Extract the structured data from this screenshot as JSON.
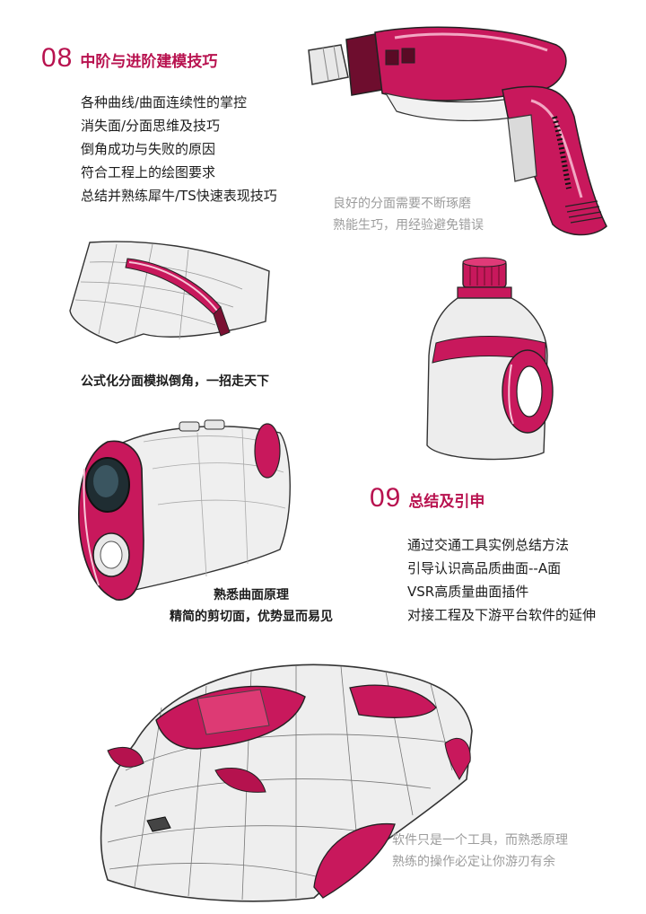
{
  "section08": {
    "number": "08",
    "title": "中阶与进阶建模技巧",
    "items": [
      "各种曲线/曲面连续性的掌控",
      "消失面/分面思维及技巧",
      "倒角成功与失败的原因",
      "符合工程上的绘图要求",
      "总结并熟练犀牛/TS快速表现技巧"
    ]
  },
  "drill_caption": [
    "良好的分面需要不断琢磨",
    "熟能生巧，用经验避免错误"
  ],
  "fillet_caption": "公式化分面模拟倒角，一招走天下",
  "rangefinder_caption": [
    "熟悉曲面原理",
    "精简的剪切面，优势显而易见"
  ],
  "section09": {
    "number": "09",
    "title": "总结及引申",
    "items": [
      "通过交通工具实例总结方法",
      "引导认识高品质曲面--A面",
      "VSR高质量曲面插件",
      "对接工程及下游平台软件的延伸"
    ]
  },
  "car_caption": [
    "软件只是一个工具，而熟悉原理",
    "熟练的操作必定让你游刃有余"
  ],
  "colors": {
    "accent": "#b8124f",
    "gray_text": "#9c9c9c"
  }
}
